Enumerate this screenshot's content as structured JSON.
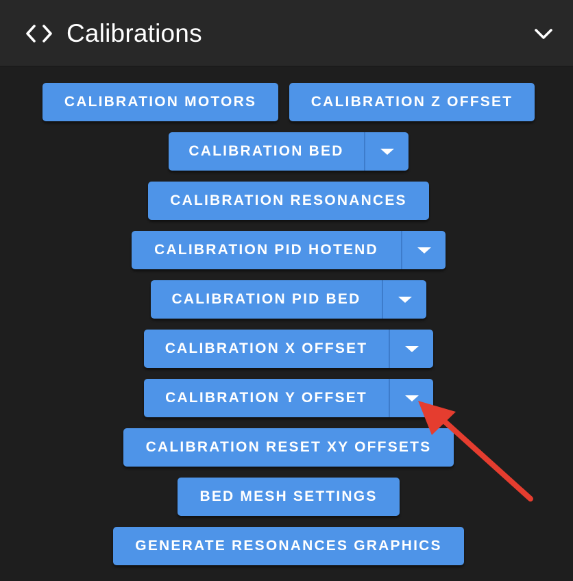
{
  "panel": {
    "title": "Calibrations",
    "icons": {
      "title_icon": "code-icon",
      "collapse_icon": "chevron-down-icon",
      "dropdown_icon": "caret-down-icon"
    }
  },
  "buttons": {
    "calibration_motors": "CALIBRATION MOTORS",
    "calibration_z_offset": "CALIBRATION Z OFFSET",
    "calibration_bed": "CALIBRATION BED",
    "calibration_resonances": "CALIBRATION RESONANCES",
    "calibration_pid_hotend": "CALIBRATION PID HOTEND",
    "calibration_pid_bed": "CALIBRATION PID BED",
    "calibration_x_offset": "CALIBRATION X OFFSET",
    "calibration_y_offset": "CALIBRATION Y OFFSET",
    "calibration_reset_xy_offsets": "CALIBRATION RESET XY OFFSETS",
    "bed_mesh_settings": "BED MESH SETTINGS",
    "generate_resonances_graphics": "GENERATE RESONANCES GRAPHICS"
  },
  "colors": {
    "background": "#1e1e1e",
    "header": "#282828",
    "button": "#4e94e8",
    "annotation_arrow": "#e53d2f"
  }
}
